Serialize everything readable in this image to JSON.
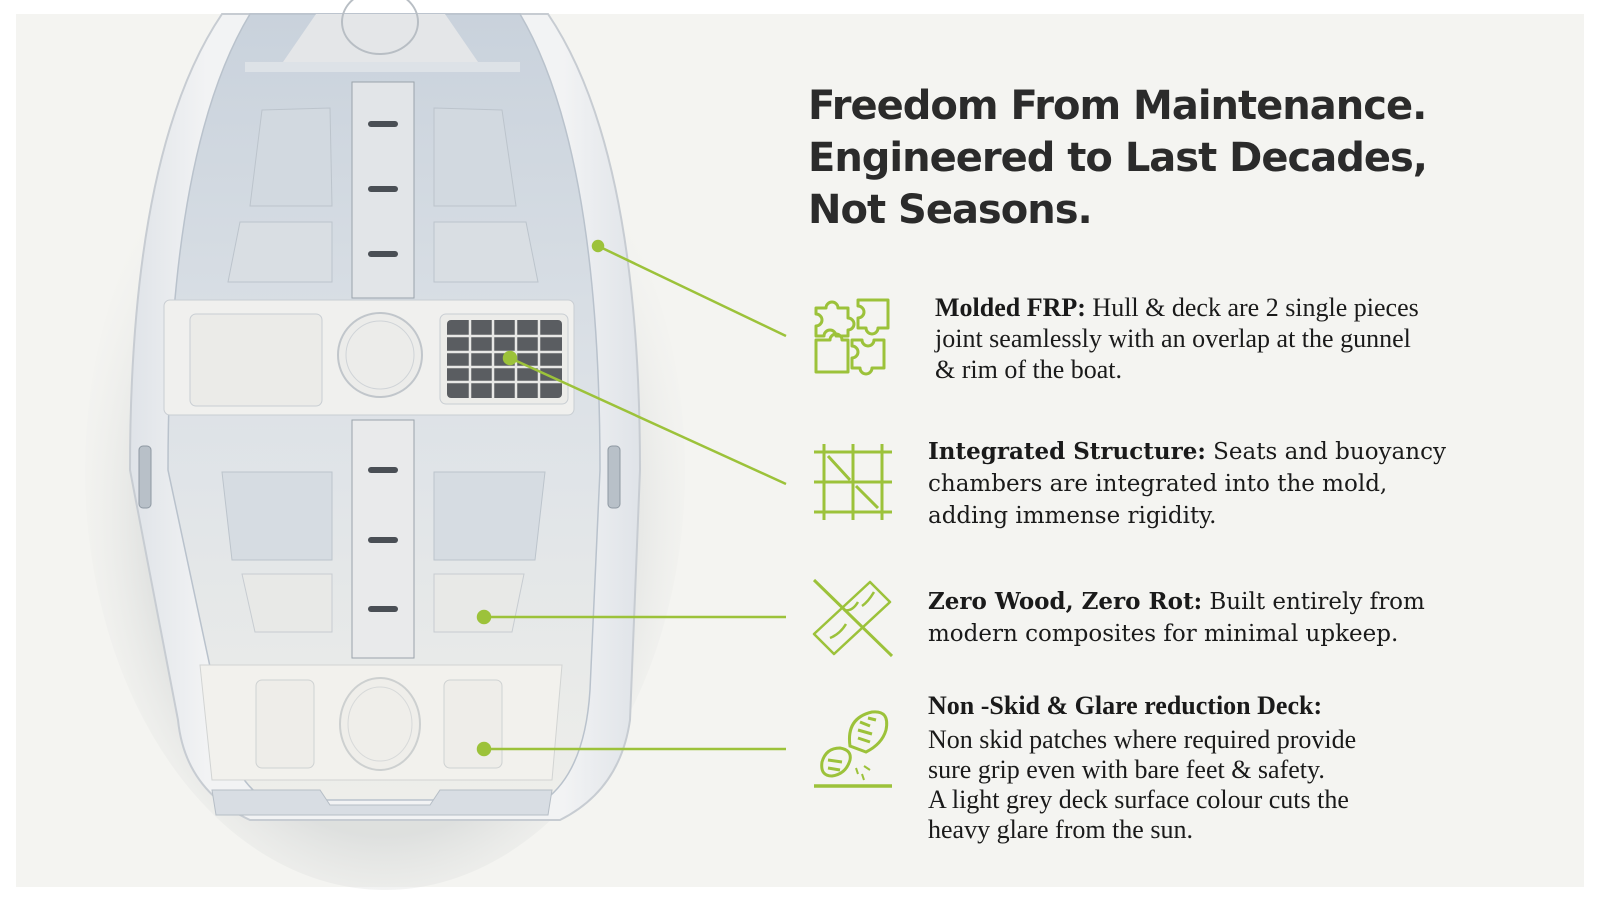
{
  "headline": {
    "lines": [
      "Freedom From Maintenance.",
      "Engineered to Last Decades,",
      "Not Seasons."
    ]
  },
  "features": [
    {
      "icon": "puzzle-icon",
      "title": "Molded FRP:",
      "lines": [
        " Hull & deck are 2 single pieces",
        "joint seamlessly with an overlap at the gunnel",
        "& rim of the boat."
      ]
    },
    {
      "icon": "grid-structure-icon",
      "title": "Integrated Structure:",
      "lines": [
        " Seats and buoyancy",
        "chambers are integrated into the mold,",
        "adding immense rigidity."
      ]
    },
    {
      "icon": "no-wood-icon",
      "title": "Zero Wood, Zero Rot:",
      "lines": [
        " Built entirely from",
        "modern composites for minimal upkeep."
      ]
    },
    {
      "icon": "non-skid-shoe-icon",
      "title": "Non -Skid & Glare reduction Deck:",
      "lines": [
        "Non skid patches where required provide",
        "sure grip even with bare feet & safety.",
        "A light grey deck surface colour cuts the",
        "heavy glare from the sun."
      ]
    }
  ],
  "colors": {
    "accent": "#9cc23a",
    "heading": "#2b2b2b",
    "background": "#f4f4f1"
  }
}
